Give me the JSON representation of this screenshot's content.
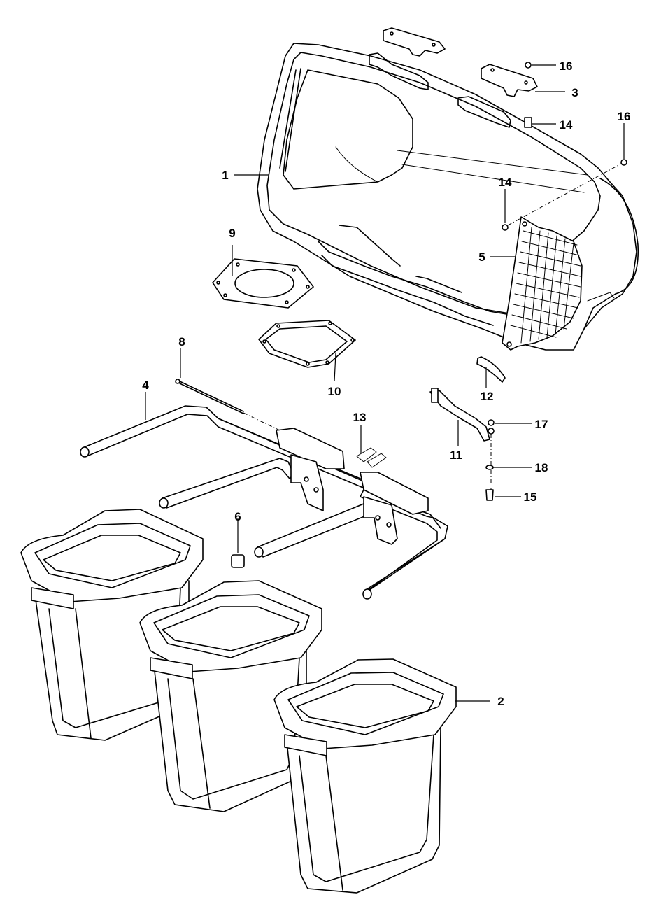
{
  "callouts": {
    "c1": "1",
    "c2": "2",
    "c3": "3",
    "c4": "4",
    "c5": "5",
    "c6": "6",
    "c8": "8",
    "c9": "9",
    "c10": "10",
    "c11": "11",
    "c12": "12",
    "c13": "13",
    "c14a": "14",
    "c14b": "14",
    "c15": "15",
    "c16a": "16",
    "c16b": "16",
    "c17": "17",
    "c18": "18"
  }
}
